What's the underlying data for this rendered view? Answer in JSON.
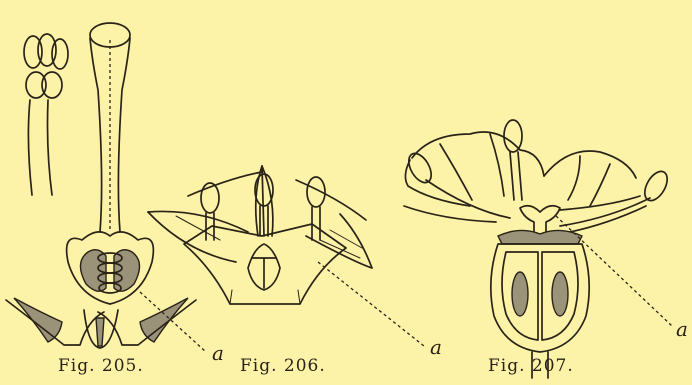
{
  "captions": [
    "Fig. 205.",
    "Fig. 206.",
    "Fig. 207."
  ],
  "label_a": "a"
}
